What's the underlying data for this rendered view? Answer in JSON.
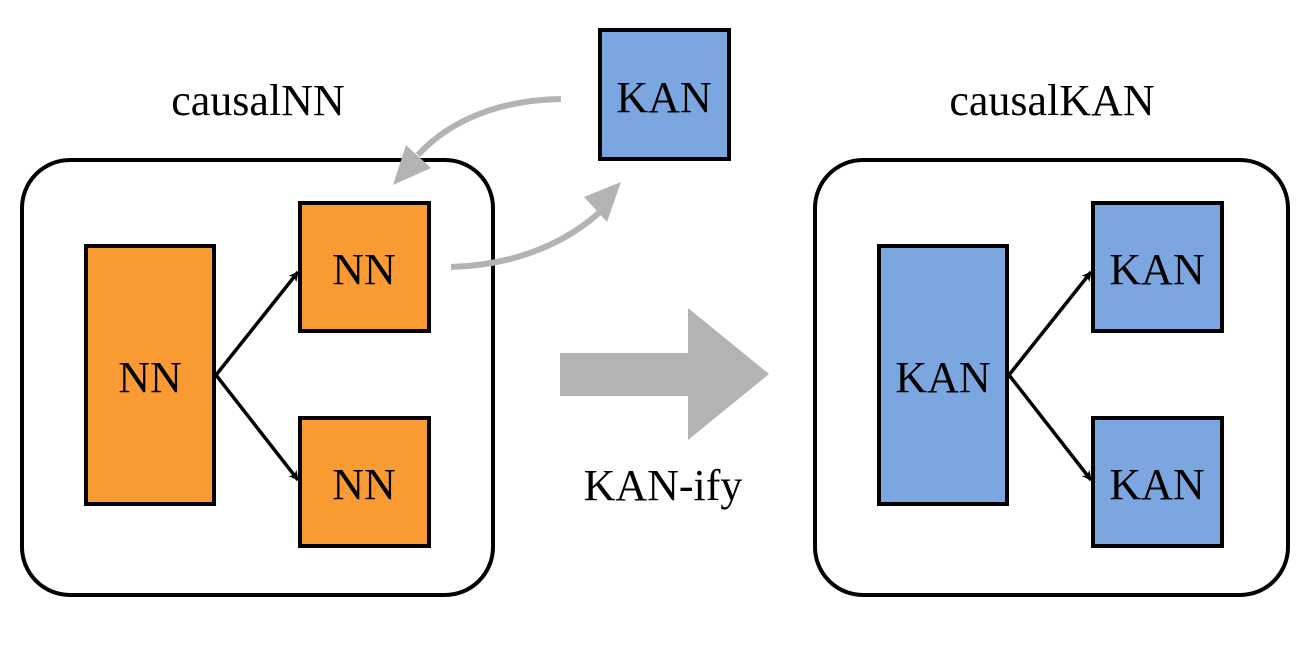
{
  "colors": {
    "nn_fill": "#F99B32",
    "kan_fill": "#7BA6E0",
    "arrow_gray": "#B3B3B3",
    "stroke": "#000000"
  },
  "left_panel": {
    "title": "causalNN",
    "big_node": "NN",
    "top_node": "NN",
    "bottom_node": "NN"
  },
  "floating_node": "KAN",
  "transform": {
    "label": "KAN-ify"
  },
  "right_panel": {
    "title": "causalKAN",
    "big_node": "KAN",
    "top_node": "KAN",
    "bottom_node": "KAN"
  }
}
